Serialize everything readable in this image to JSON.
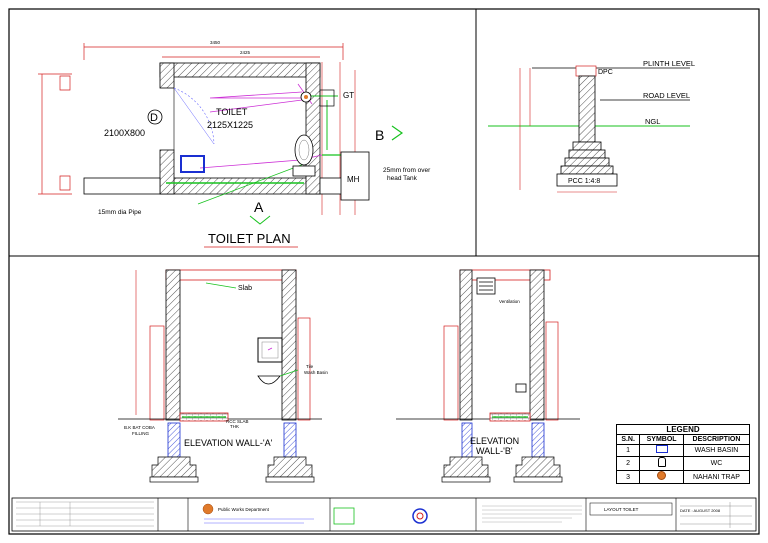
{
  "plan": {
    "title": "TOILET PLAN",
    "room_label": "TOILET",
    "room_size": "2125X1225",
    "door_tag": "D",
    "door_size": "2100X800",
    "gt": "GT",
    "mh": "MH",
    "section_a": "A",
    "section_b": "B",
    "pipe_note": "15mm dia Pipe",
    "tank_note_1": "25mm from over",
    "tank_note_2": "head Tank",
    "dim_outer": "3450",
    "dim_inner": "2425"
  },
  "section": {
    "plinth": "PLINTH LEVEL",
    "road": "ROAD LEVEL",
    "ngl": "NGL",
    "dpc": "DPC",
    "pcc": "PCC 1:4:8"
  },
  "elev_a": {
    "title": "ELEVATION WALL-'A'",
    "slab": "Slab",
    "rcc_1": "RCC SLAB",
    "rcc_2": "THK",
    "bk_1": "B.K BAT COBA",
    "bk_2": "FILLING",
    "wash_1": "Tile",
    "wash_2": "Wash Basin"
  },
  "elev_b": {
    "title_1": "ELEVATION",
    "title_2": "WALL-'B'",
    "vent": "Ventilation"
  },
  "legend": {
    "title": "LEGEND",
    "headers": [
      "S.N.",
      "SYMBOL",
      "DESCRIPTION"
    ],
    "rows": [
      {
        "sn": "1",
        "icon": "wash-basin-icon",
        "desc": "WASH BASIN"
      },
      {
        "sn": "2",
        "icon": "wc-icon",
        "desc": "WC"
      },
      {
        "sn": "3",
        "icon": "nahani-trap-icon",
        "desc": "NAHANI TRAP"
      }
    ]
  },
  "titleblock": {
    "department": "Public Works Department",
    "drawing": "LAYOUT TOILET",
    "date": "DATE : AUGUST 2008"
  },
  "colors": {
    "wall": "#000000",
    "dimension": "#d41f1f",
    "pipe": "#17c21e",
    "fixture": "#cc2fd6",
    "basin": "#1a2fd1",
    "foundation": "#1a2fd1",
    "trap": "#e07a2a"
  }
}
